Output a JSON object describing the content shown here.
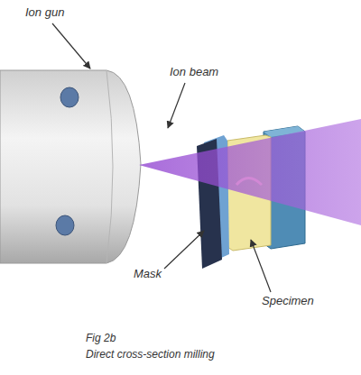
{
  "diagram": {
    "title": "Fig 2b",
    "caption": "Direct cross-section milling",
    "labels": [
      "Ion gun",
      "Ion beam",
      "Mask",
      "Specimen"
    ]
  }
}
